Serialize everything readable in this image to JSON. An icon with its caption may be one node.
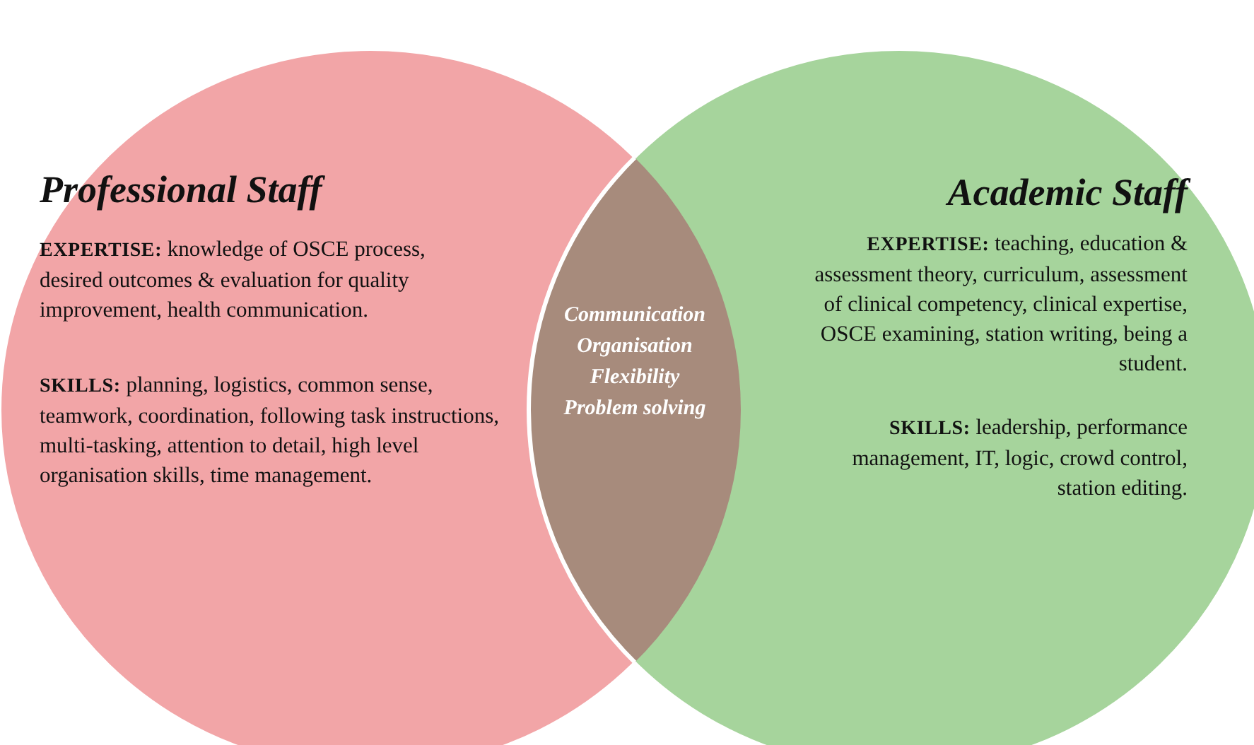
{
  "diagram": {
    "nodes": [
      {
        "text": [
          "Professional Staff",
          "**EXPERTISE:** knowledge of OSCE process, desired outcomes & evaluation for quality improvement, health communication.",
          "**SKILLS:** planning, logistics, common sense, teamwork, coordination, following task instructions, multi-tasking, attention to detail, high level organisation skills, time management."
        ]
      },
      {
        "text": [
          "Academic Staff",
          "**EXPERTISE:** teaching, education & assessment theory, curriculum, assessment of clinical competency, clinical expertise, OSCE examining, station writing, being a student.",
          "**SKILLS:** leadership, performance management, IT, logic, crowd control, station editing."
        ]
      },
      {
        "text": [
          "Communication Organisation Flexibility Problem solving"
        ]
      }
    ]
  }
}
